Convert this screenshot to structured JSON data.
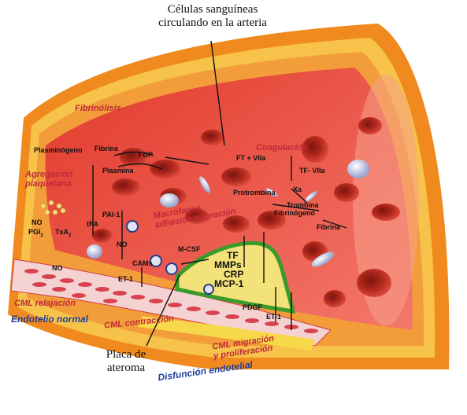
{
  "callouts": {
    "top": [
      "Células sanguíneas",
      "circulando en la arteria"
    ],
    "bottom": [
      "Placa de",
      "ateroma"
    ]
  },
  "regions": {
    "fibrinolisis": "Fibrinólisis",
    "coagulacion": "Coagulación",
    "agregacion": [
      "Agregación",
      "plaquetaria"
    ],
    "macrofagos": [
      "Macrófagos",
      "adhesión/migración"
    ],
    "cml_relajacion": "CML relajación",
    "endotelio_normal": "Endotelio normal",
    "cml_contraccion": "CML contracción",
    "cml_migracion": [
      "CML migración",
      "y proliferación"
    ],
    "disfuncion": "Disfunción endotelial"
  },
  "molecules": {
    "plasminogeno": "Plasminógeno",
    "fibrina_top": "Fibrina",
    "fdp": "FDP",
    "plasmina": "Plasmina",
    "ft_viia": "FT + VIIa",
    "tf_viia": "TF- VIIa",
    "xa": "Xa",
    "protrombina": "Protrombina",
    "trombina": "Trombina",
    "fibrinogeno": "Fibrinógeno",
    "fibrina_right": "Fibrina",
    "pai1": "PAI-1",
    "tpa": "tPA",
    "no_a": "NO",
    "pgi2": "PGI",
    "txa2": "TxA",
    "no_b": "NO",
    "no_c": "NO",
    "mcsf": "M-CSF",
    "cams": "CAMs",
    "et1_a": "ET-1",
    "et1_b": "ET-1",
    "tf": "TF",
    "mmps": "MMPs",
    "crp": "CRP",
    "mcp1": "MCP-1",
    "pdgf": "PDGF"
  },
  "colors": {
    "outer_wall": "#f08a1e",
    "wall_band": "#f6c24a",
    "lumen": "#e23a2c",
    "lumen_light": "#f3786a",
    "rbc": "#b0271c",
    "platelet": "#dfe3f2",
    "plaque": "#f3e27a",
    "plaque_edge": "#3a9a2a",
    "region_red": "#c0283a",
    "region_blue": "#1f3f9a"
  }
}
